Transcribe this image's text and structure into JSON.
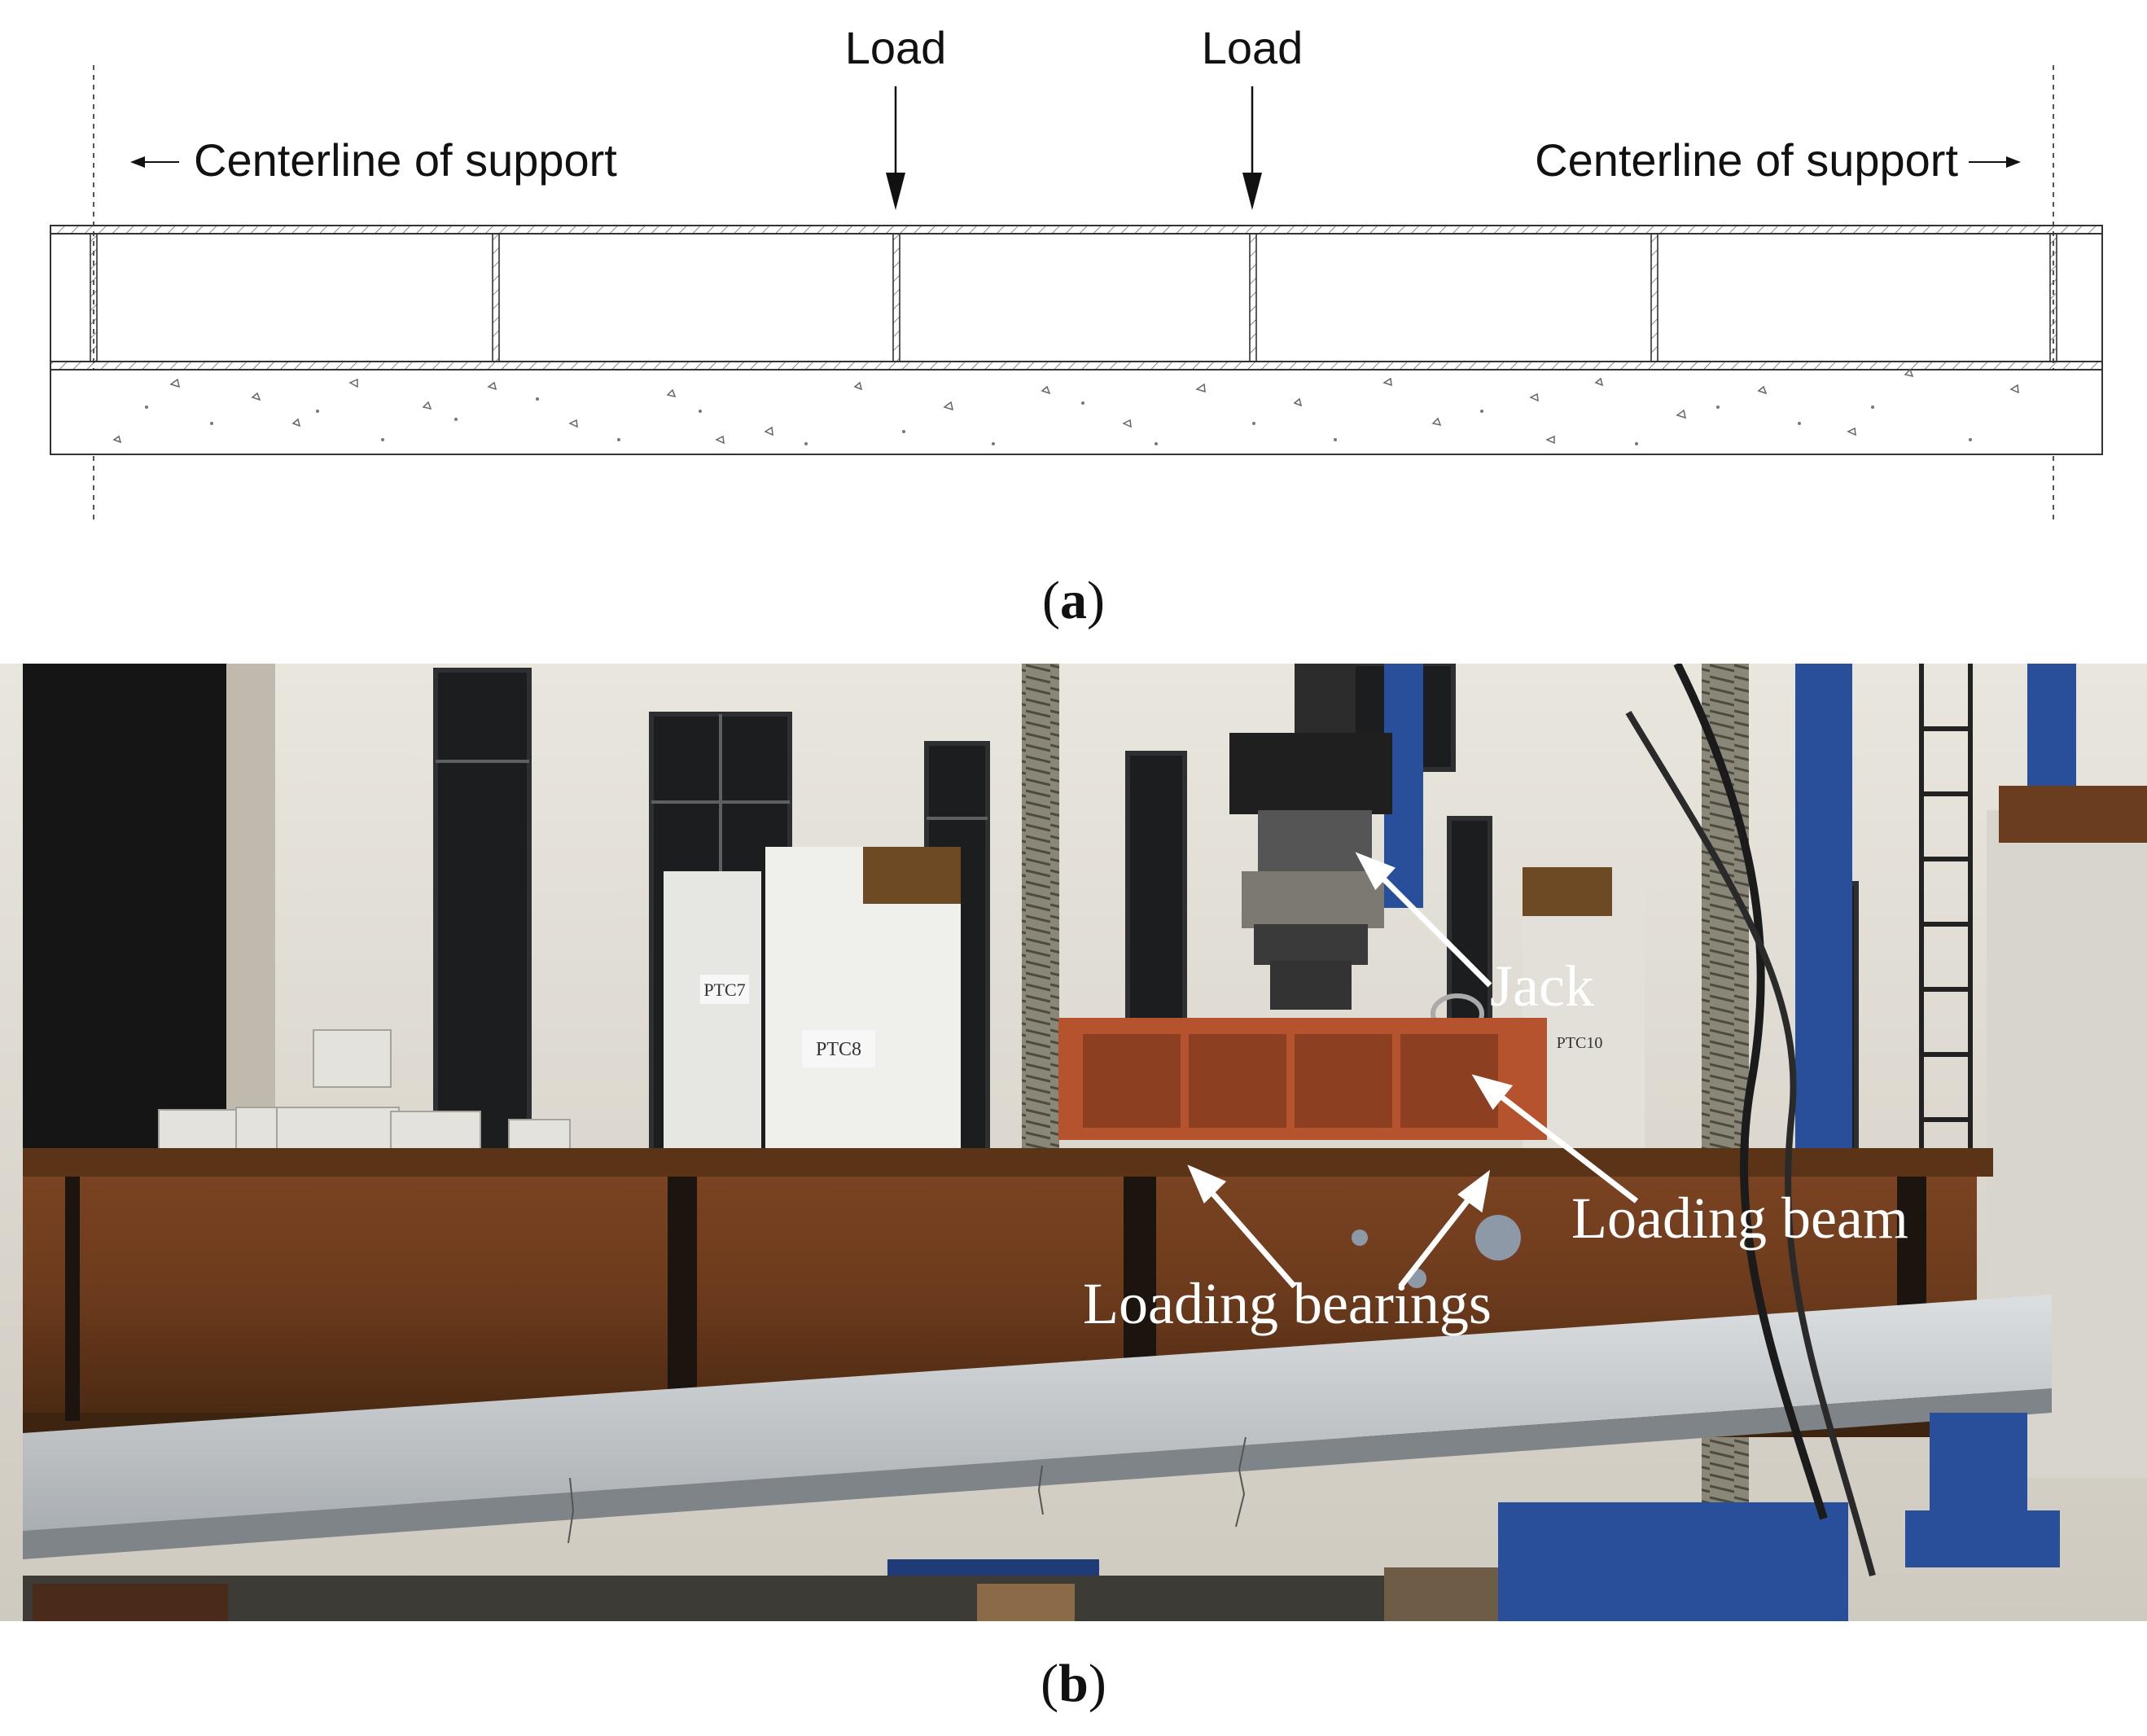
{
  "diagram": {
    "load_label_left": "Load",
    "load_label_right": "Load",
    "support_label_left": "Centerline of support",
    "support_label_right": "Centerline of  support"
  },
  "photo": {
    "label_jack": "Jack",
    "label_loading_beam": "Loading beam",
    "label_loading_bearings": "Loading bearings",
    "tag_ptc7": "PTC7",
    "tag_ptc8": "PTC8",
    "tag_ptc10": "PTC10"
  },
  "captions": {
    "a_open": "(",
    "a_letter": "a",
    "a_close": ")",
    "b_open": "(",
    "b_letter": "b",
    "b_close": ")"
  },
  "colors": {
    "steel_rust": "#6b3a1c",
    "loading_beam": "#b4532e",
    "column_blue": "#2a4f9a",
    "concrete": "#c9cdd0"
  }
}
